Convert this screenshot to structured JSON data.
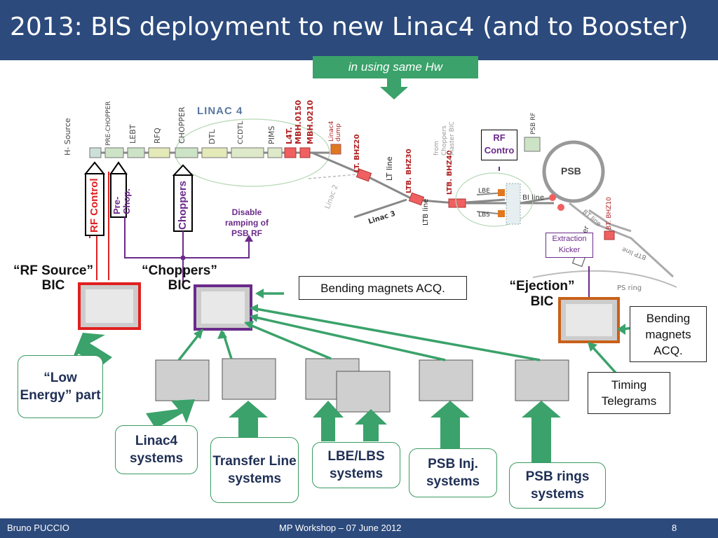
{
  "title": "2013: BIS deployment to new Linac4 (and to Booster)",
  "subtitle": "in using same Hw",
  "footer": {
    "author": "Bruno PUCCIO",
    "event": "MP Workshop  –  07 June 2012",
    "page": "8"
  },
  "labels": {
    "rf_source_bic": "“RF Source” BIC",
    "choppers_bic": "“Choppers” BIC",
    "ejection_bic": "“Ejection” BIC",
    "rf_control": "RF Control",
    "pre_chop": "Pre-Chop.",
    "choppers": "Choppers",
    "disable_ramping": "Disable ramping of PSB RF",
    "rf_contro": "RF Contro",
    "extraction_kicker": "Extraction Kicker"
  },
  "boxes": {
    "low_energy": "“Low Energy” part",
    "linac4": "Linac4 systems",
    "transfer_line": "Transfer Line systems",
    "lbe_lbs": "LBE/LBS systems",
    "psb_inj": "PSB Inj. systems",
    "psb_rings": "PSB rings systems",
    "bending_acq_1": "Bending magnets ACQ.",
    "bending_acq_2": "Bending magnets ACQ.",
    "timing": "Timing Telegrams"
  },
  "beamline": {
    "linac4": "LINAC 4",
    "h_source": "H- Source",
    "pre_chopper": "PRE-CHOPPER",
    "lebt": "LEBT",
    "rfq": "RFQ",
    "chopper": "CHOPPER",
    "dtl": "DTL",
    "ccdtl": "CCDTL",
    "pims": "PIMS",
    "l4t": "L4T.",
    "mbh0150": "MBH.0150",
    "mbh0210": "MBH.0210",
    "linac4_dump": "Linac4 dump",
    "lt_bhz20": "LT. BHZ20",
    "lt_line": "LT line",
    "ltb_bhz30": "LTB. BHZ30",
    "ltb_bhz40": "LTB. BHZ40",
    "ltb_line": "LTB line",
    "linac2": "Linac 2",
    "linac3": "Linac 3",
    "lbe": "LBE",
    "lbs": "LBS",
    "bi_line": "BI line",
    "psb": "PSB",
    "psb_rf": "PSB RF",
    "from_choppers": "from Choppers Master BIC",
    "bt_line": "BT line",
    "bt_bhz10": "BT. BHZ10",
    "btp_line": "BTP line",
    "ps_ring": "PS ring",
    "kicker": "Kicker"
  },
  "colors": {
    "title_bg": "#2c4a7c",
    "green": "#3aa26a",
    "red": "#e02020",
    "purple": "#6a2a8a",
    "orange": "#c8601a"
  }
}
